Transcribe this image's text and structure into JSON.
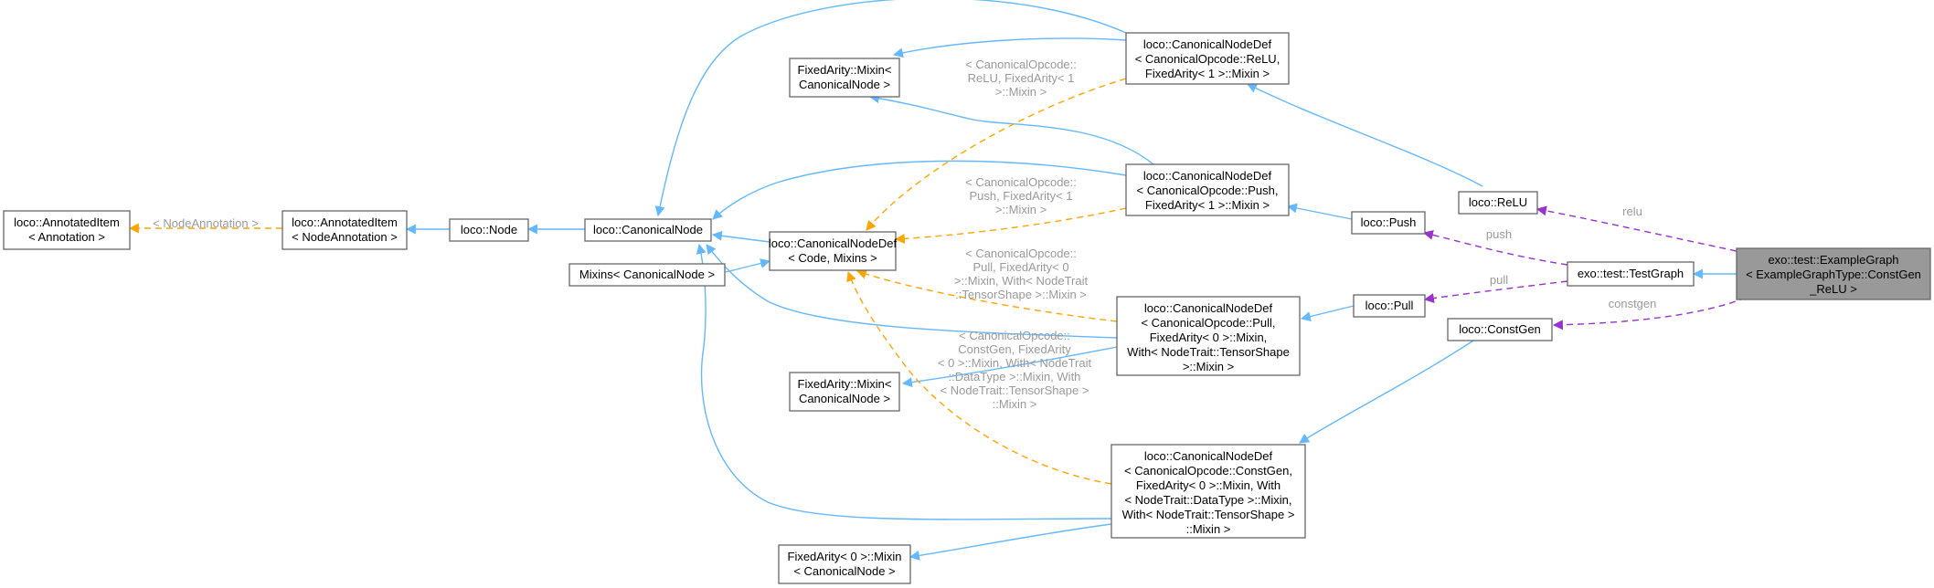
{
  "nodes": {
    "annotated_item_annotation": [
      "loco::AnnotatedItem",
      "< Annotation >"
    ],
    "annotated_item_node_annotation": [
      "loco::AnnotatedItem",
      "< NodeAnnotation >"
    ],
    "node": [
      "loco::Node"
    ],
    "canonical_node": [
      "loco::CanonicalNode"
    ],
    "mixins_canonical_node": [
      "Mixins< CanonicalNode >"
    ],
    "canonical_node_def": [
      "loco::CanonicalNodeDef",
      "< Code, Mixins >"
    ],
    "fixed_arity_mixin_top": [
      "FixedArity::Mixin<",
      "CanonicalNode >"
    ],
    "fixed_arity_mixin_mid": [
      "FixedArity::Mixin<",
      "CanonicalNode >"
    ],
    "fixed_arity_0_mixin": [
      "FixedArity< 0 >::Mixin",
      "< CanonicalNode >"
    ],
    "def_relu": [
      "loco::CanonicalNodeDef",
      "< CanonicalOpcode::ReLU,",
      "FixedArity< 1 >::Mixin >"
    ],
    "def_push": [
      "loco::CanonicalNodeDef",
      "< CanonicalOpcode::Push,",
      "FixedArity< 1 >::Mixin >"
    ],
    "def_pull": [
      "loco::CanonicalNodeDef",
      "< CanonicalOpcode::Pull,",
      "FixedArity< 0 >::Mixin,",
      "With< NodeTrait::TensorShape",
      ">::Mixin >"
    ],
    "def_constgen": [
      "loco::CanonicalNodeDef",
      "< CanonicalOpcode::ConstGen,",
      "FixedArity< 0 >::Mixin, With",
      "< NodeTrait::DataType >::Mixin,",
      "With< NodeTrait::TensorShape >",
      "::Mixin >"
    ],
    "relu": [
      "loco::ReLU"
    ],
    "push": [
      "loco::Push"
    ],
    "pull": [
      "loco::Pull"
    ],
    "constgen": [
      "loco::ConstGen"
    ],
    "test_graph": [
      "exo::test::TestGraph"
    ],
    "example_graph": [
      "exo::test::ExampleGraph",
      "< ExampleGraphType::ConstGen",
      "_ReLU >"
    ]
  },
  "edge_labels": {
    "node_annotation": [
      "< NodeAnnotation >"
    ],
    "relu_template": [
      "< CanonicalOpcode::",
      "ReLU, FixedArity< 1",
      ">::Mixin >"
    ],
    "push_template": [
      "< CanonicalOpcode::",
      "Push, FixedArity< 1",
      ">::Mixin >"
    ],
    "pull_template": [
      "< CanonicalOpcode::",
      "Pull, FixedArity< 0",
      ">::Mixin, With< NodeTrait",
      "::TensorShape >::Mixin >"
    ],
    "constgen_template": [
      "< CanonicalOpcode::",
      "ConstGen, FixedArity",
      "< 0 >::Mixin, With< NodeTrait",
      "::DataType >::Mixin, With",
      "< NodeTrait::TensorShape >",
      "::Mixin >"
    ],
    "relu": [
      "relu"
    ],
    "push": [
      "push"
    ],
    "pull": [
      "pull"
    ],
    "constgen": [
      "constgen"
    ]
  },
  "colors": {
    "inheritance": "#63b8ff",
    "template": "#ffa500",
    "usage": "#9a32cd",
    "highlight_fill": "#999999"
  }
}
